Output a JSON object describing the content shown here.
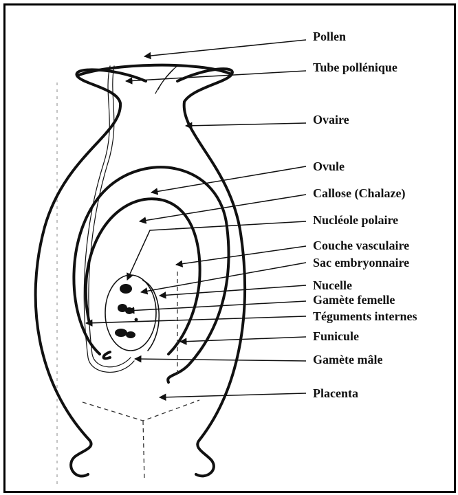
{
  "labels": {
    "pollen": "Pollen",
    "tube_pollenique": "Tube pollénique",
    "ovaire": "Ovaire",
    "ovule": "Ovule",
    "callose": "Callose (Chalaze)",
    "nucleole_polaire": "Nucléole polaire",
    "couche_vasculaire": "Couche vasculaire",
    "sac_embryonnaire": "Sac embryonnaire",
    "nucelle": "Nucelle",
    "gamete_femelle": "Gamète femelle",
    "teguments_internes": "Téguments internes",
    "funicule": "Funicule",
    "gamete_male": "Gamète mâle",
    "placenta": "Placenta"
  }
}
